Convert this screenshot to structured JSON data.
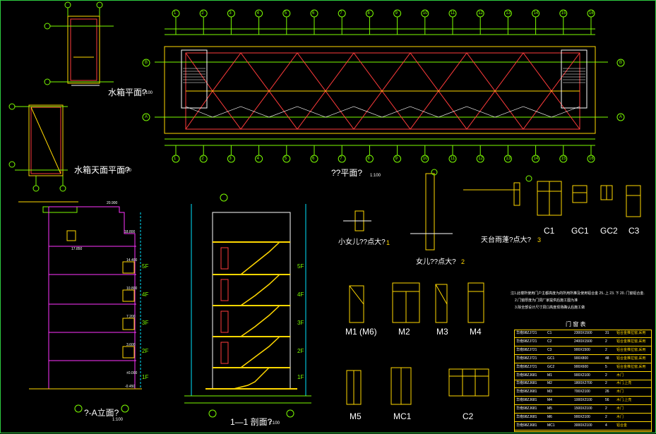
{
  "titles": {
    "tank_plan": "水箱平面?",
    "tank_plan_scale": "1:100",
    "tank_roof_plan": "水箱天面平面?",
    "tank_roof_scale": "1:100",
    "floor_plan": "??平面?",
    "floor_plan_scale": "1:100",
    "elevation": "?-A立面?",
    "elevation_scale": "1:100",
    "section": "1—1 剖面?",
    "section_scale": "1:100",
    "parapet_detail": "小女儿??点大?",
    "parapet_detail_no": "1",
    "parapet_detail2": "女儿??点大?",
    "parapet_detail2_no": "2",
    "canopy_detail": "天台雨蓬?点大?",
    "canopy_detail_no": "3"
  },
  "window_labels": [
    "C1",
    "GC1",
    "GC2",
    "C3"
  ],
  "door_labels": [
    "M1 (M6)",
    "M2",
    "M3",
    "M4"
  ],
  "door_labels2": [
    "M5",
    "MC1",
    "C2"
  ],
  "floor_labels": [
    "5F",
    "4F",
    "3F",
    "2F",
    "1F"
  ],
  "grid_axes_top": [
    "1",
    "2",
    "3",
    "4",
    "5",
    "6",
    "7",
    "8",
    "9",
    "10",
    "11",
    "12",
    "13",
    "14",
    "15",
    "16"
  ],
  "grid_axes_side": [
    "B",
    "A"
  ],
  "notes": [
    "注1.此楼所使用门户主都高度为的所用所推及使用铝合金 25..上 23. 下 20. 门窗铝合金.",
    "2.门窗厚度为门洞厂家提供后施工图为准",
    "3.除全部设计尺寸洞口高度现场确认后施工做"
  ],
  "table": {
    "title": "门 窗 表",
    "rows": [
      [
        "华南98ZJ721",
        "C1",
        "2300X1500",
        "31",
        "铝合金推拉窗,采用"
      ],
      [
        "华南98ZJ721",
        "C2",
        "2400X1500",
        "2",
        "铝合金推拉窗,采用"
      ],
      [
        "华南98ZJ721",
        "C3",
        "900X1500",
        "2",
        "铝合金推拉窗,采用"
      ],
      [
        "华南98ZJ721",
        "GC1",
        "900X800",
        "48",
        "铝合金推拉窗,采用"
      ],
      [
        "华南98ZJ721",
        "GC2",
        "900X600",
        "5",
        "铝合金推拉窗,采用"
      ],
      [
        "华南98ZJ681",
        "M1",
        "900X2100",
        "2",
        "木门"
      ],
      [
        "华南98ZJ681",
        "M2",
        "1800X2700",
        "2",
        "木门,上亮"
      ],
      [
        "华南98ZJ681",
        "M3",
        "700X2100",
        "26",
        "木门"
      ],
      [
        "华南98ZJ681",
        "M4",
        "1000X2100",
        "56",
        "木门,上亮"
      ],
      [
        "华南98ZJ681",
        "M5",
        "1500X2100",
        "2",
        "木门"
      ],
      [
        "华南98ZJ681",
        "M6",
        "900X2100",
        "2",
        "木门"
      ],
      [
        "华南98ZJ681",
        "MC1",
        "3000X2100",
        "4",
        "铝合金"
      ]
    ]
  },
  "elevations": {
    "e1": "17.850",
    "e2": "14.400",
    "e3": "10.800",
    "e4": "7.200",
    "e5": "3.600",
    "e6": "±0.000",
    "e7": "-0.450",
    "e8": "20.900",
    "e9": "18.800"
  },
  "colors": {
    "background": "#000000",
    "axis": "#7CFC00",
    "wall": "#ffd700",
    "beam": "#ff3b3b",
    "line": "#ffffff",
    "accent": "#ff33ff",
    "cyan": "#00e5ff"
  }
}
